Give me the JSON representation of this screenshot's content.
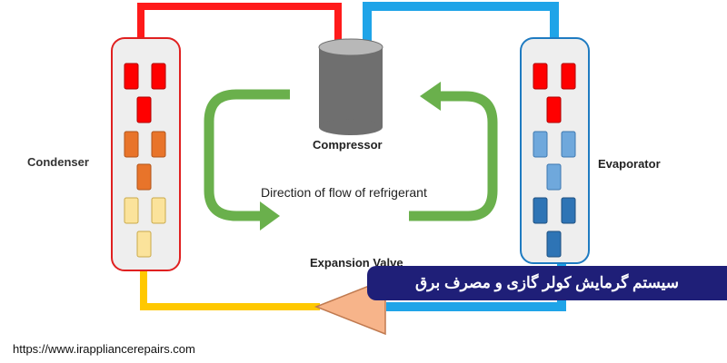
{
  "labels": {
    "condenser": "Condenser",
    "evaporator": "Evaporator",
    "compressor": "Compressor",
    "direction": "Direction of flow of refrigerant",
    "expansion_valve": "Expansion Valve"
  },
  "banner": {
    "text": "سیستم گرمایش کولر گازی و مصرف برق"
  },
  "footer": {
    "url": "https://www.irappliancerepairs.com"
  },
  "colors": {
    "hot_pipe": "#ff1a1a",
    "cold_pipe": "#1fa4e8",
    "liquid_pipe": "#ffc800",
    "flow_arrow": "#6ab04c",
    "condenser_border": "#e02020",
    "evaporator_border": "#1f7bc1",
    "coil_fill": "#eeeeee",
    "compressor": "#6f6f6f",
    "valve": "#f7b48a",
    "banner_bg": "#1f1f78",
    "block_red": "#ff0000",
    "block_orange": "#e8742a",
    "block_cream": "#fbe39b",
    "block_lightblue": "#6fa8dc",
    "block_blue": "#2e74b5"
  },
  "icons": {
    "condenser": "condenser-coil-icon",
    "evaporator": "evaporator-coil-icon",
    "compressor": "compressor-cylinder-icon",
    "valve": "expansion-valve-icon",
    "flow": "circular-arrow-icon"
  }
}
